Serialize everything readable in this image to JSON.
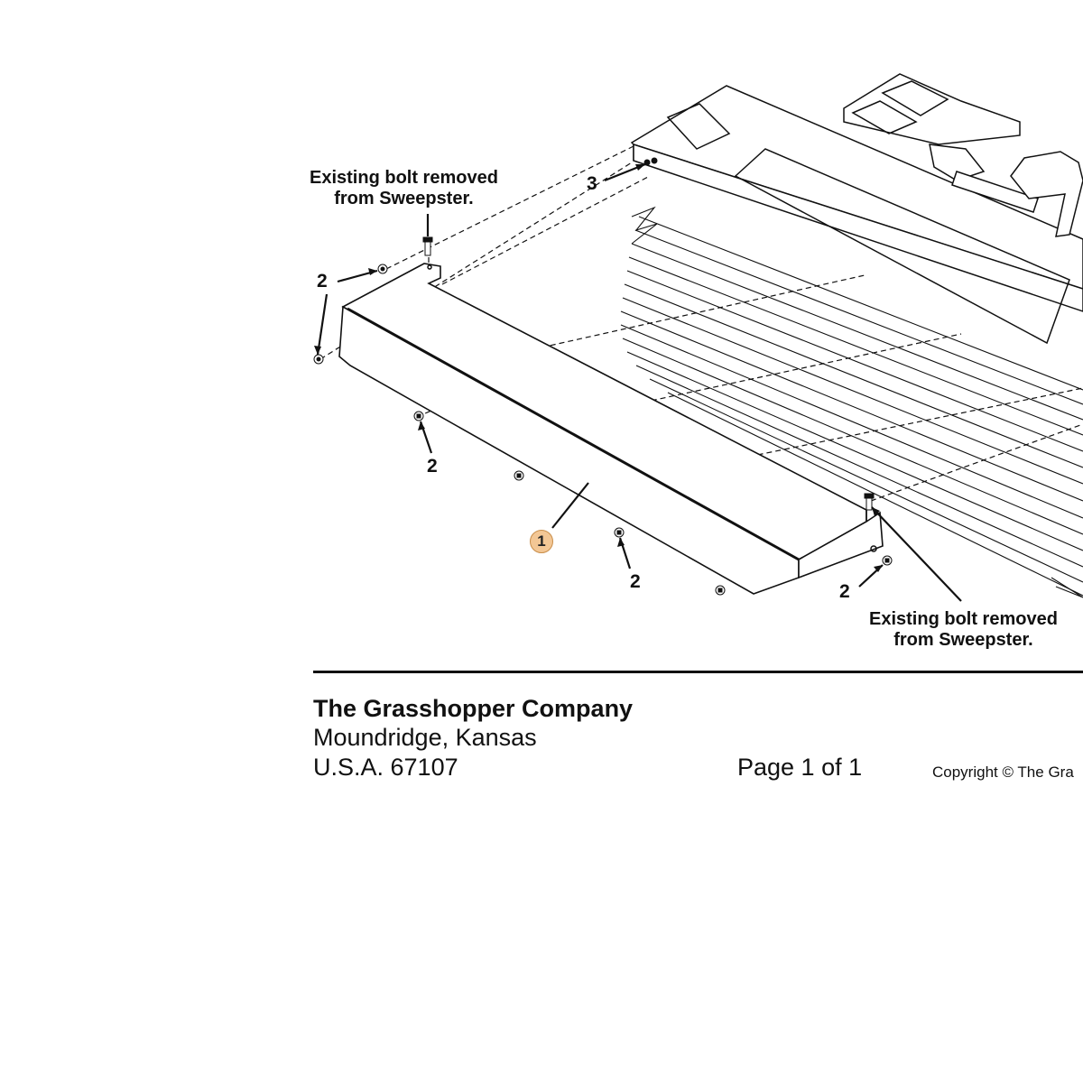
{
  "callouts": {
    "top_line1": "Existing bolt removed",
    "top_line2": "from Sweepster.",
    "bottom_line1": "Existing bolt removed",
    "bottom_line2": "from Sweepster."
  },
  "part_numbers": {
    "item1": "1",
    "item2_a": "2",
    "item2_b": "2",
    "item2_c": "2",
    "item2_d": "2",
    "item3": "3"
  },
  "footer": {
    "company": "The Grasshopper Company",
    "city": "Moundridge, Kansas",
    "zip": "U.S.A. 67107",
    "page": "Page 1 of 1",
    "copyright": "Copyright © The Gra"
  },
  "colors": {
    "line": "#111111",
    "highlight_fill": "#f3c795",
    "highlight_stroke": "#c98e4a"
  }
}
